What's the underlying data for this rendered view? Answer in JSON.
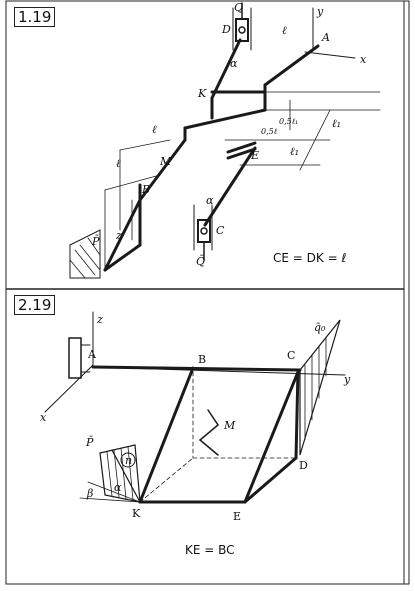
{
  "problems": [
    {
      "id": "1.19",
      "labels": {
        "Q_top": "Q̄",
        "Q_bottom": "Q̄",
        "D": "D",
        "C": "C",
        "A": "A",
        "K": "K",
        "E": "E",
        "B": "B",
        "M": "M",
        "P": "P̄",
        "y": "y",
        "x": "x",
        "z": "z",
        "l_top": "ℓ",
        "l_left": "ℓ",
        "l_mid": "ℓ",
        "l1_right": "ℓ₁",
        "l1_lower": "ℓ₁",
        "frac1": "0,5ℓ",
        "frac2": "0,5ℓ₁",
        "alpha_top": "α",
        "alpha_bottom": "α"
      },
      "formula": "CE = DK = ℓ"
    },
    {
      "id": "2.19",
      "labels": {
        "A": "A",
        "B": "B",
        "C": "C",
        "D": "D",
        "E": "E",
        "K": "K",
        "M": "M",
        "z": "z",
        "y": "y",
        "x": "x",
        "P": "P̄",
        "n": "n",
        "q": "q̄₀",
        "alpha": "α",
        "beta": "β"
      },
      "formula": "KE = BC"
    }
  ]
}
